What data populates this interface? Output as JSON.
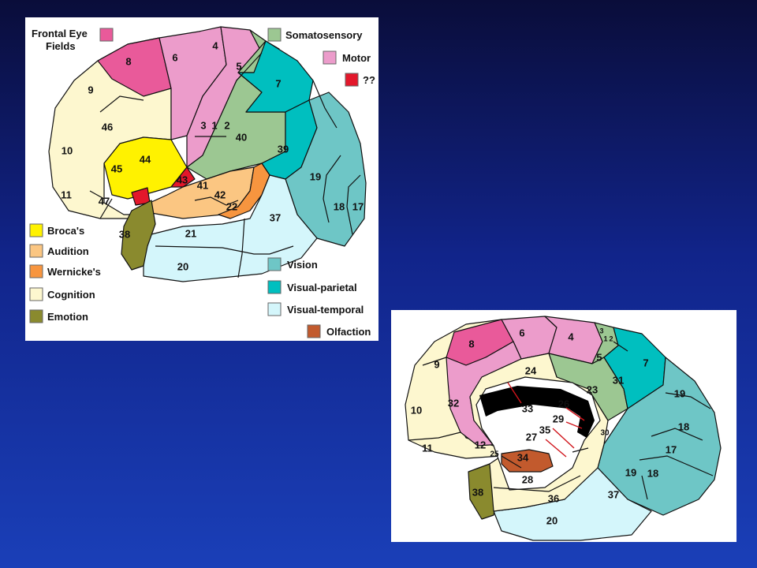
{
  "colors": {
    "frontal_eye_fields": "#e95a9a",
    "motor": "#ec9ccb",
    "somatosensory": "#9cc792",
    "unknown": "#e3182b",
    "brocas": "#fff200",
    "audition": "#fbc682",
    "wernickes": "#f7953f",
    "cognition": "#fdf7cf",
    "emotion": "#8a8a2e",
    "vision": "#6ec6c6",
    "visual_parietal": "#00bfbf",
    "visual_temporal": "#d4f6fb",
    "olfaction": "#c25a2d"
  },
  "legend": {
    "frontal_eye_fields": "Frontal Eye\nFields",
    "somatosensory": "Somatosensory",
    "motor": "Motor",
    "unknown": "??",
    "brocas": "Broca's",
    "audition": "Audition",
    "wernickes": "Wernicke's",
    "cognition": "Cognition",
    "emotion": "Emotion",
    "vision": "Vision",
    "visual_parietal": "Visual-parietal",
    "visual_temporal": "Visual-temporal",
    "olfaction": "Olfaction"
  },
  "lateral_areas": [
    "8",
    "6",
    "4",
    "5",
    "7",
    "9",
    "46",
    "3",
    "1",
    "2",
    "40",
    "39",
    "10",
    "45",
    "44",
    "43",
    "41",
    "42",
    "22",
    "19",
    "18",
    "17",
    "11",
    "47",
    "37",
    "38",
    "21",
    "20"
  ],
  "medial_areas": [
    "3",
    "1",
    "2",
    "8",
    "6",
    "4",
    "5",
    "7",
    "9",
    "24",
    "31",
    "19",
    "23",
    "32",
    "33",
    "26",
    "10",
    "29",
    "30",
    "18",
    "35",
    "27",
    "17",
    "11",
    "12",
    "25",
    "34",
    "28",
    "19",
    "18",
    "38",
    "36",
    "37",
    "20"
  ]
}
